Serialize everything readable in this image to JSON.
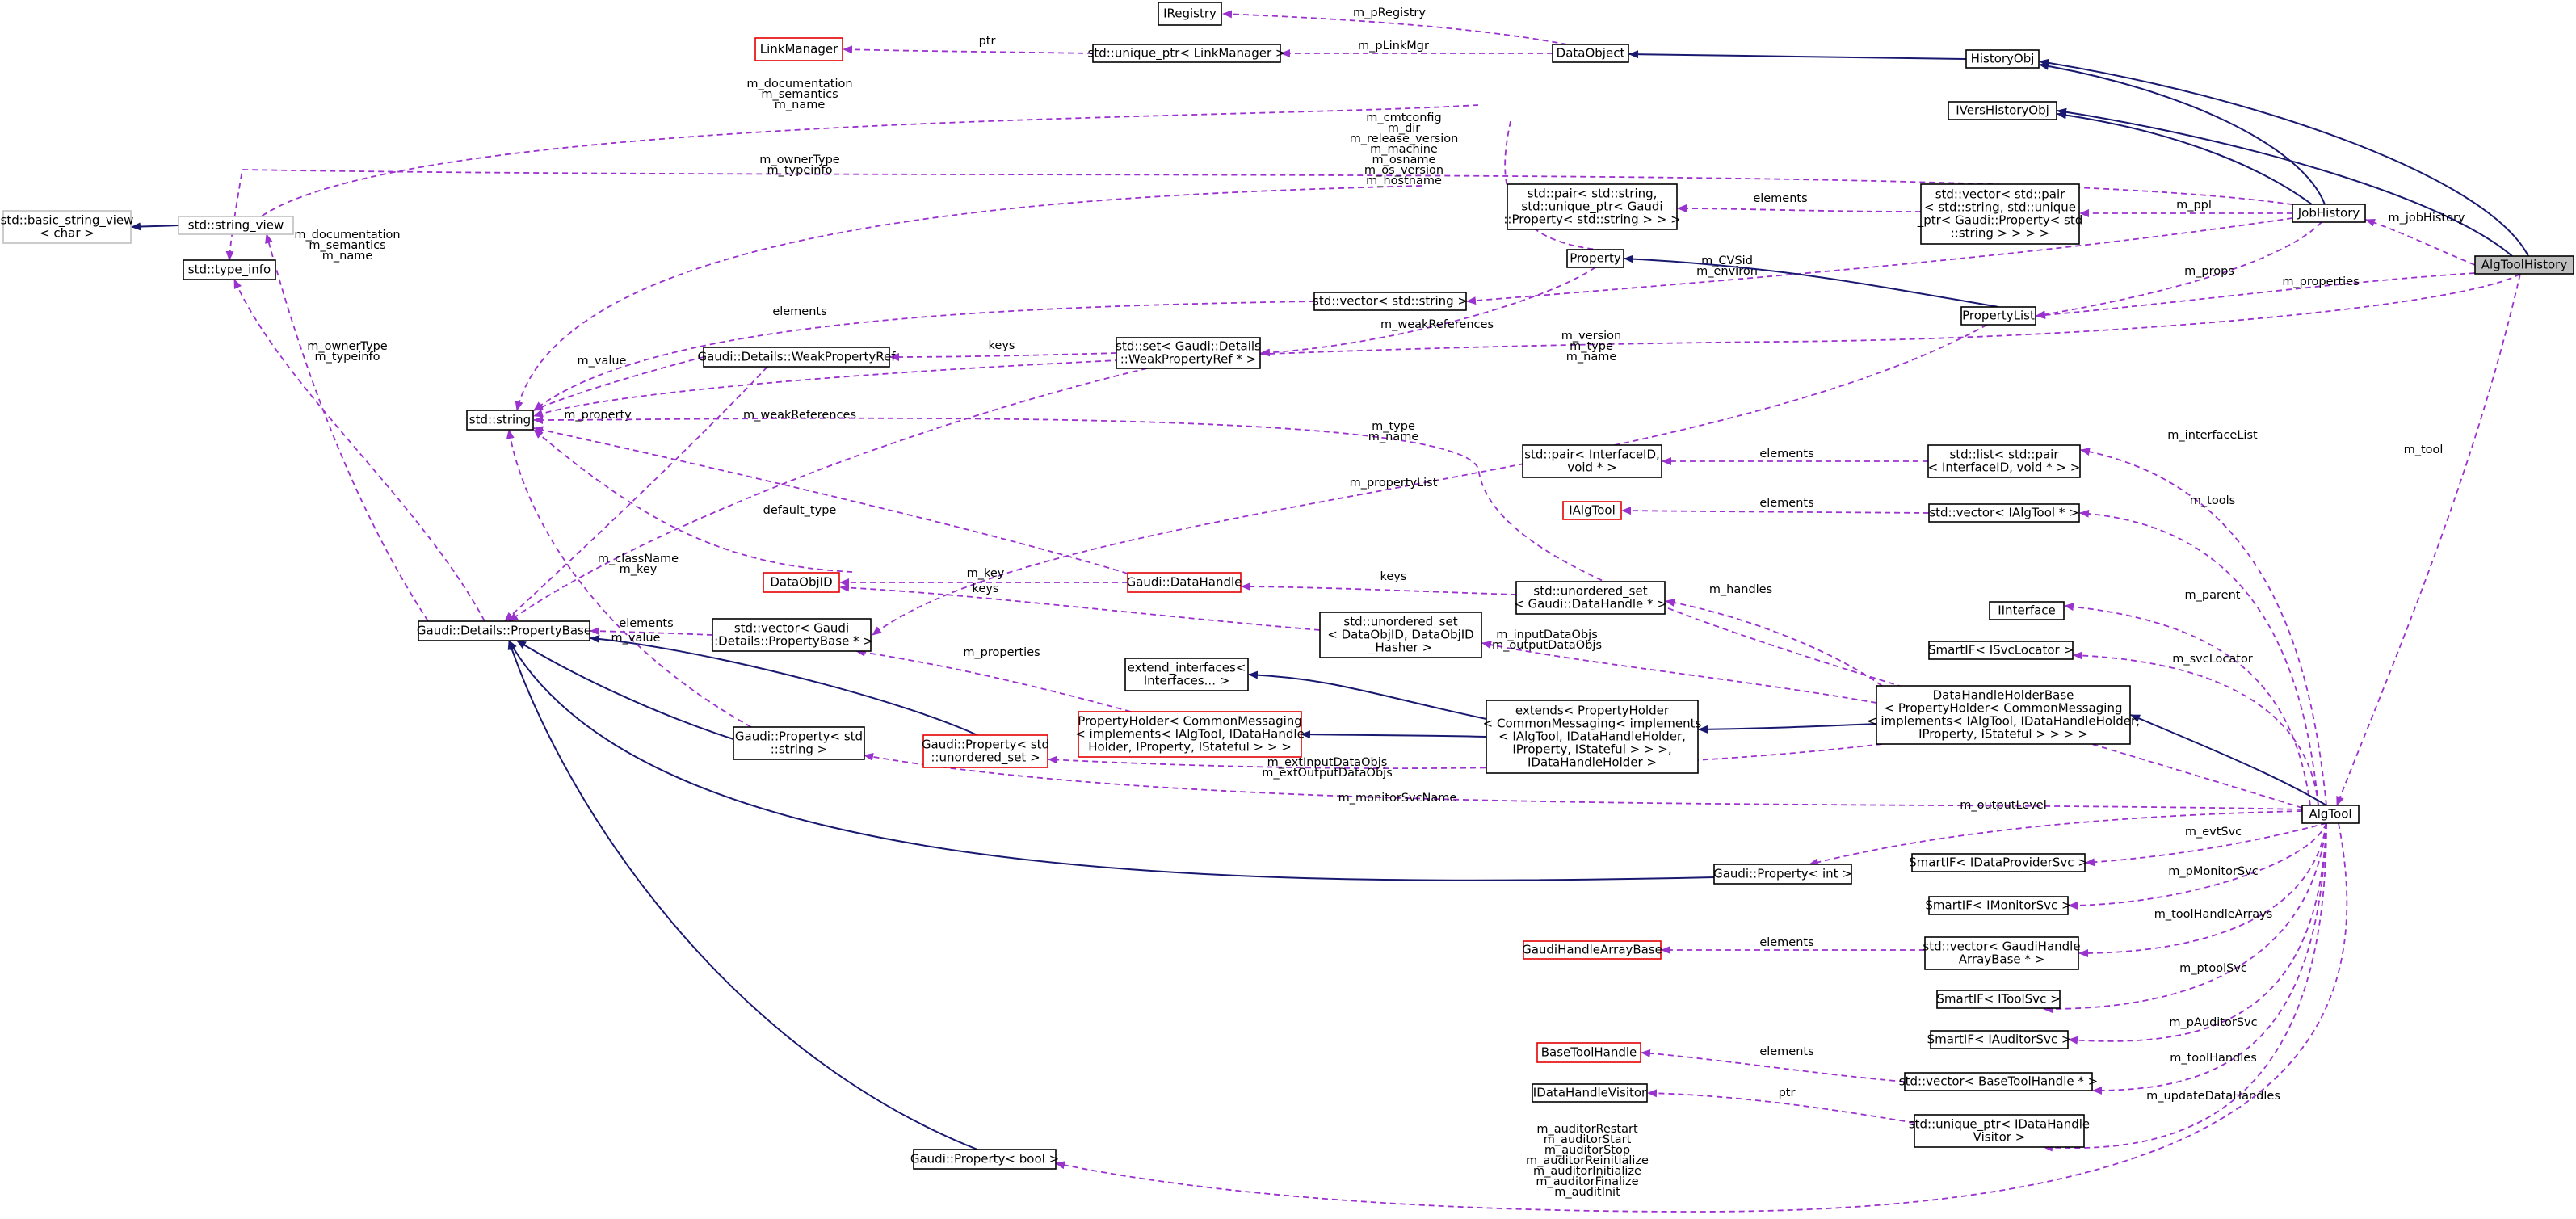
{
  "nodes": [
    {
      "id": "IRegistry",
      "lines": [
        "IRegistry"
      ],
      "style": "box"
    },
    {
      "id": "LinkManager",
      "lines": [
        "LinkManager"
      ],
      "style": "red"
    },
    {
      "id": "UPLinkManager",
      "lines": [
        "std::unique_ptr< LinkManager >"
      ],
      "style": "box"
    },
    {
      "id": "DataObject",
      "lines": [
        "DataObject"
      ],
      "style": "box"
    },
    {
      "id": "HistoryObj",
      "lines": [
        "HistoryObj"
      ],
      "style": "box"
    },
    {
      "id": "IVersHistoryObj",
      "lines": [
        "IVersHistoryObj"
      ],
      "style": "box"
    },
    {
      "id": "JobHistory",
      "lines": [
        "JobHistory"
      ],
      "style": "box"
    },
    {
      "id": "AlgToolHistory",
      "lines": [
        "AlgToolHistory"
      ],
      "style": "focus"
    },
    {
      "id": "BasicStringView",
      "lines": [
        "std::basic_string_view",
        "< char >"
      ],
      "style": "gray"
    },
    {
      "id": "StringView",
      "lines": [
        "std::string_view"
      ],
      "style": "gray"
    },
    {
      "id": "TypeInfo",
      "lines": [
        "std::type_info"
      ],
      "style": "box"
    },
    {
      "id": "StdString",
      "lines": [
        "std::string"
      ],
      "style": "box"
    },
    {
      "id": "PairStringUP",
      "lines": [
        "std::pair< std::string,",
        "std::unique_ptr< Gaudi",
        "::Property< std::string > > >"
      ],
      "style": "box"
    },
    {
      "id": "VecPair",
      "lines": [
        "std::vector< std::pair",
        "< std::string, std::unique",
        "_ptr< Gaudi::Property< std",
        "::string > > > >"
      ],
      "style": "box"
    },
    {
      "id": "Property",
      "lines": [
        "Property"
      ],
      "style": "box"
    },
    {
      "id": "VecString",
      "lines": [
        "std::vector< std::string >"
      ],
      "style": "box"
    },
    {
      "id": "PropertyList",
      "lines": [
        "PropertyList"
      ],
      "style": "box"
    },
    {
      "id": "WeakPropertyRef",
      "lines": [
        "Gaudi::Details::WeakPropertyRef"
      ],
      "style": "box"
    },
    {
      "id": "SetWeak",
      "lines": [
        "std::set< Gaudi::Details",
        "::WeakPropertyRef * >"
      ],
      "style": "box"
    },
    {
      "id": "PairInterfaceID",
      "lines": [
        "std::pair< InterfaceID,",
        "void * >"
      ],
      "style": "box"
    },
    {
      "id": "ListPair",
      "lines": [
        "std::list< std::pair",
        "< InterfaceID, void * > >"
      ],
      "style": "box"
    },
    {
      "id": "IAlgTool",
      "lines": [
        "IAlgTool"
      ],
      "style": "red"
    },
    {
      "id": "VecIAlgTool",
      "lines": [
        "std::vector< IAlgTool * >"
      ],
      "style": "box"
    },
    {
      "id": "DataObjID",
      "lines": [
        "DataObjID"
      ],
      "style": "red"
    },
    {
      "id": "GaudiDataHandle",
      "lines": [
        "Gaudi::DataHandle"
      ],
      "style": "red"
    },
    {
      "id": "UnorderedSetDH",
      "lines": [
        "std::unordered_set",
        "< Gaudi::DataHandle * >"
      ],
      "style": "box"
    },
    {
      "id": "IInterface",
      "lines": [
        "IInterface"
      ],
      "style": "box"
    },
    {
      "id": "PropertyBase",
      "lines": [
        "Gaudi::Details::PropertyBase"
      ],
      "style": "box"
    },
    {
      "id": "VecPropBase",
      "lines": [
        "std::vector< Gaudi",
        "::Details::PropertyBase * >"
      ],
      "style": "box"
    },
    {
      "id": "UnorderedSetObjID",
      "lines": [
        "std::unordered_set",
        "< DataObjID, DataObjID",
        "_Hasher >"
      ],
      "style": "box"
    },
    {
      "id": "SmartISvcLocator",
      "lines": [
        "SmartIF< ISvcLocator >"
      ],
      "style": "box"
    },
    {
      "id": "ExtendInterfaces",
      "lines": [
        "extend_interfaces<",
        "Interfaces... >"
      ],
      "style": "box"
    },
    {
      "id": "DataHandleHolderBase",
      "lines": [
        "DataHandleHolderBase",
        "< PropertyHolder< CommonMessaging",
        "< implements< IAlgTool, IDataHandleHolder,",
        "IProperty, IStateful > > > >"
      ],
      "style": "box"
    },
    {
      "id": "PropertyHolder",
      "lines": [
        "PropertyHolder< CommonMessaging",
        "< implements< IAlgTool, IDataHandle",
        "Holder, IProperty, IStateful > > >"
      ],
      "style": "red"
    },
    {
      "id": "Extends",
      "lines": [
        "extends< PropertyHolder",
        "< CommonMessaging< implements",
        "< IAlgTool, IDataHandleHolder,",
        "IProperty, IStateful > > >,",
        "IDataHandleHolder >"
      ],
      "style": "box"
    },
    {
      "id": "PropStringT",
      "lines": [
        "Gaudi::Property< std",
        "::string >"
      ],
      "style": "box"
    },
    {
      "id": "PropUnorderedSet",
      "lines": [
        "Gaudi::Property< std",
        "::unordered_set >"
      ],
      "style": "red"
    },
    {
      "id": "AlgTool",
      "lines": [
        "AlgTool"
      ],
      "style": "box"
    },
    {
      "id": "PropInt",
      "lines": [
        "Gaudi::Property< int >"
      ],
      "style": "box"
    },
    {
      "id": "SmartIDataProvider",
      "lines": [
        "SmartIF< IDataProviderSvc >"
      ],
      "style": "box"
    },
    {
      "id": "SmartIMonitor",
      "lines": [
        "SmartIF< IMonitorSvc >"
      ],
      "style": "box"
    },
    {
      "id": "GaudiHandleArrayBase",
      "lines": [
        "GaudiHandleArrayBase"
      ],
      "style": "red"
    },
    {
      "id": "VecGaudiHandleArray",
      "lines": [
        "std::vector< GaudiHandle",
        "ArrayBase * >"
      ],
      "style": "box"
    },
    {
      "id": "SmartIToolSvc",
      "lines": [
        "SmartIF< IToolSvc >"
      ],
      "style": "box"
    },
    {
      "id": "SmartIAuditor",
      "lines": [
        "SmartIF< IAuditorSvc >"
      ],
      "style": "box"
    },
    {
      "id": "BaseToolHandle",
      "lines": [
        "BaseToolHandle"
      ],
      "style": "red"
    },
    {
      "id": "VecBaseToolHandle",
      "lines": [
        "std::vector< BaseToolHandle * >"
      ],
      "style": "box"
    },
    {
      "id": "IDataHandleVisitor",
      "lines": [
        "IDataHandleVisitor"
      ],
      "style": "box"
    },
    {
      "id": "UPDataHandleVisitor",
      "lines": [
        "std::unique_ptr< IDataHandle",
        "Visitor >"
      ],
      "style": "box"
    },
    {
      "id": "PropBool",
      "lines": [
        "Gaudi::Property< bool >"
      ],
      "style": "box"
    }
  ],
  "edges": [
    {
      "type": "use",
      "labels": [
        "m_pRegistry"
      ]
    },
    {
      "type": "use",
      "labels": [
        "ptr"
      ]
    },
    {
      "type": "use",
      "labels": [
        "m_pLinkMgr"
      ]
    },
    {
      "type": "inh",
      "labels": []
    },
    {
      "type": "inh",
      "labels": []
    },
    {
      "type": "inh",
      "labels": []
    },
    {
      "type": "inh",
      "labels": []
    },
    {
      "type": "inh",
      "labels": []
    },
    {
      "type": "inh",
      "labels": []
    },
    {
      "type": "use",
      "labels": [
        "m_documentation",
        "m_semantics",
        "m_name"
      ]
    },
    {
      "type": "use",
      "labels": [
        "m_ownerType",
        "m_typeinfo"
      ]
    },
    {
      "type": "use",
      "labels": [
        "m_cmtconfig",
        "m_dir",
        "m_release_version",
        "m_machine",
        "m_osname",
        "m_os_version",
        "m_hostname"
      ]
    },
    {
      "type": "use",
      "labels": [
        "elements"
      ]
    },
    {
      "type": "use",
      "labels": [
        "m_ppl"
      ]
    },
    {
      "type": "use",
      "labels": [
        "m_jobHistory"
      ]
    },
    {
      "type": "use",
      "labels": [
        "m_CVSid",
        "m_environ"
      ]
    },
    {
      "type": "use",
      "labels": [
        "m_props"
      ]
    },
    {
      "type": "use",
      "labels": [
        "m_properties"
      ]
    },
    {
      "type": "inh",
      "labels": []
    },
    {
      "type": "use",
      "labels": [
        "elements"
      ]
    },
    {
      "type": "use",
      "labels": [
        "m_weakReferences"
      ]
    },
    {
      "type": "use",
      "labels": [
        "keys"
      ]
    },
    {
      "type": "use",
      "labels": [
        "m_value"
      ]
    },
    {
      "type": "use",
      "labels": [
        "m_version",
        "m_type",
        "m_name"
      ]
    },
    {
      "type": "use",
      "labels": [
        "m_documentation",
        "m_semantics",
        "m_name"
      ]
    },
    {
      "type": "use",
      "labels": [
        "m_ownerType",
        "m_typeinfo"
      ]
    },
    {
      "type": "use",
      "labels": [
        "m_property"
      ]
    },
    {
      "type": "use",
      "labels": [
        "m_weakReferences"
      ]
    },
    {
      "type": "use",
      "labels": [
        "m_type",
        "m_name"
      ]
    },
    {
      "type": "use",
      "labels": [
        "m_propertyList"
      ]
    },
    {
      "type": "use",
      "labels": [
        "elements"
      ]
    },
    {
      "type": "use",
      "labels": [
        "m_interfaceList"
      ]
    },
    {
      "type": "use",
      "labels": [
        "elements"
      ]
    },
    {
      "type": "use",
      "labels": [
        "m_tools"
      ]
    },
    {
      "type": "use",
      "labels": [
        "m_tool"
      ]
    },
    {
      "type": "use",
      "labels": [
        "default_type"
      ]
    },
    {
      "type": "use",
      "labels": [
        "m_className",
        "m_key"
      ]
    },
    {
      "type": "use",
      "labels": [
        "m_key"
      ]
    },
    {
      "type": "use",
      "labels": [
        "keys"
      ]
    },
    {
      "type": "use",
      "labels": [
        "keys"
      ]
    },
    {
      "type": "use",
      "labels": [
        "m_handles"
      ]
    },
    {
      "type": "use",
      "labels": [
        "elements"
      ]
    },
    {
      "type": "use",
      "labels": [
        "m_inputDataObjs",
        "m_outputDataObjs"
      ]
    },
    {
      "type": "use",
      "labels": [
        "m_parent"
      ]
    },
    {
      "type": "use",
      "labels": [
        "m_svcLocator"
      ]
    },
    {
      "type": "use",
      "labels": [
        "m_properties"
      ]
    },
    {
      "type": "inh",
      "labels": []
    },
    {
      "type": "inh",
      "labels": []
    },
    {
      "type": "inh",
      "labels": []
    },
    {
      "type": "inh",
      "labels": []
    },
    {
      "type": "inh",
      "labels": []
    },
    {
      "type": "inh",
      "labels": []
    },
    {
      "type": "use",
      "labels": [
        "m_value"
      ]
    },
    {
      "type": "use",
      "labels": [
        "m_extInputDataObjs",
        "m_extOutputDataObjs"
      ]
    },
    {
      "type": "use",
      "labels": [
        "m_monitorSvcName"
      ]
    },
    {
      "type": "use",
      "labels": [
        "m_outputLevel"
      ]
    },
    {
      "type": "inh",
      "labels": []
    },
    {
      "type": "use",
      "labels": [
        "m_evtSvc"
      ]
    },
    {
      "type": "use",
      "labels": [
        "m_pMonitorSvc"
      ]
    },
    {
      "type": "use",
      "labels": [
        "elements"
      ]
    },
    {
      "type": "use",
      "labels": [
        "m_toolHandleArrays"
      ]
    },
    {
      "type": "use",
      "labels": [
        "m_ptoolSvc"
      ]
    },
    {
      "type": "use",
      "labels": [
        "m_pAuditorSvc"
      ]
    },
    {
      "type": "use",
      "labels": [
        "elements"
      ]
    },
    {
      "type": "use",
      "labels": [
        "m_toolHandles"
      ]
    },
    {
      "type": "use",
      "labels": [
        "ptr"
      ]
    },
    {
      "type": "use",
      "labels": [
        "m_updateDataHandles"
      ]
    },
    {
      "type": "inh",
      "labels": []
    },
    {
      "type": "use",
      "labels": [
        "m_auditorRestart",
        "m_auditorStart",
        "m_auditorStop",
        "m_auditorReinitialize",
        "m_auditorInitialize",
        "m_auditorFinalize",
        "m_auditInit"
      ]
    }
  ]
}
